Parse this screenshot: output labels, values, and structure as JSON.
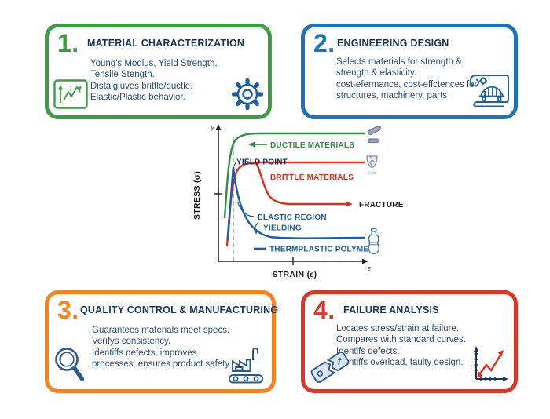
{
  "canvas": {
    "background": "#ffffff"
  },
  "boxes": [
    {
      "number": "1.",
      "title": "MATERIAL CHARACTERIZATION",
      "accent": "#3f9b47",
      "lines": [
        "Young's Modlus, Yield Strength,",
        "Tensile Stength.",
        "Distaigiuves brittle/ductle.",
        "Elastic/Plastic behavior."
      ],
      "icon_left": "growth-chart-icon",
      "icon_right": "gear-icon"
    },
    {
      "number": "2.",
      "title": "ENGINEERING DESIGN",
      "accent": "#1e73b8",
      "lines": [
        "Selects materials for strength &",
        "strength & elasticity.",
        "cost-efermance, cost-effctences for",
        "structures, machinery, parts"
      ],
      "icon_right": "blueprint-bridge-icon"
    },
    {
      "number": "3.",
      "title": "QUALITY CONTROL & MANUFACTURING",
      "accent": "#f5821f",
      "lines": [
        "Guarantees materials meet specs.",
        "Verifys consistency.",
        "Identiffs defects, improves",
        "processes, ensures product safety."
      ],
      "icon_left": "magnifier-icon",
      "icon_right": "factory-icon"
    },
    {
      "number": "4.",
      "title": "FAILURE ANALYSIS",
      "accent": "#d93829",
      "lines": [
        "Locates stress/strain at failure.",
        "Compares with standard curves.",
        "Identifs defects.",
        "Identiffs overload, faulty design."
      ],
      "icon_left": "broken-part-icon",
      "icon_right": "failure-chart-icon"
    }
  ],
  "chart": {
    "type": "line",
    "ylabel": "STRESS (σ)",
    "xlabel": "STRAIN (ε)",
    "y_axis_letter": "y",
    "x_axis_letter": "ε",
    "labels": {
      "ductile": "DUCTILE MATERIALS",
      "brittle": "BRITTLE MATERIALS",
      "yield_point": "YIELD POINT",
      "elastic_region": "ELASTIC REGION",
      "yielding": "YIELDING",
      "thermoplastic": "THERMPLASTIC POLYMERS",
      "fracture": "FRACTURE"
    },
    "colors": {
      "ductile": "#2f9143",
      "brittle": "#e02d1f",
      "thermoplastic": "#1b5ea6",
      "axis": "#1d1d1d",
      "dashed_guide": "#9b9b9b"
    },
    "series": [
      {
        "name": "DUCTILE MATERIALS",
        "color": "#2f9143",
        "behavior": "rises steeply then plateaus at highest stress, ends at bent-metal icon"
      },
      {
        "name": "BRITTLE MATERIALS",
        "color": "#e02d1f",
        "behavior": "rises to a peak plateau, a branch drops to a lower flat line ending in the FRACTURE arrow, top line ends at cracked-glass icon"
      },
      {
        "name": "THERMPLASTIC POLYMERS",
        "color": "#1b5ea6",
        "behavior": "sharp yield-point peak then decays to a low plateau ending at plastic-bottle icon"
      }
    ],
    "end_icons": [
      "bent-metal-icon",
      "cracked-glass-icon",
      "plastic-bottle-icon"
    ]
  }
}
